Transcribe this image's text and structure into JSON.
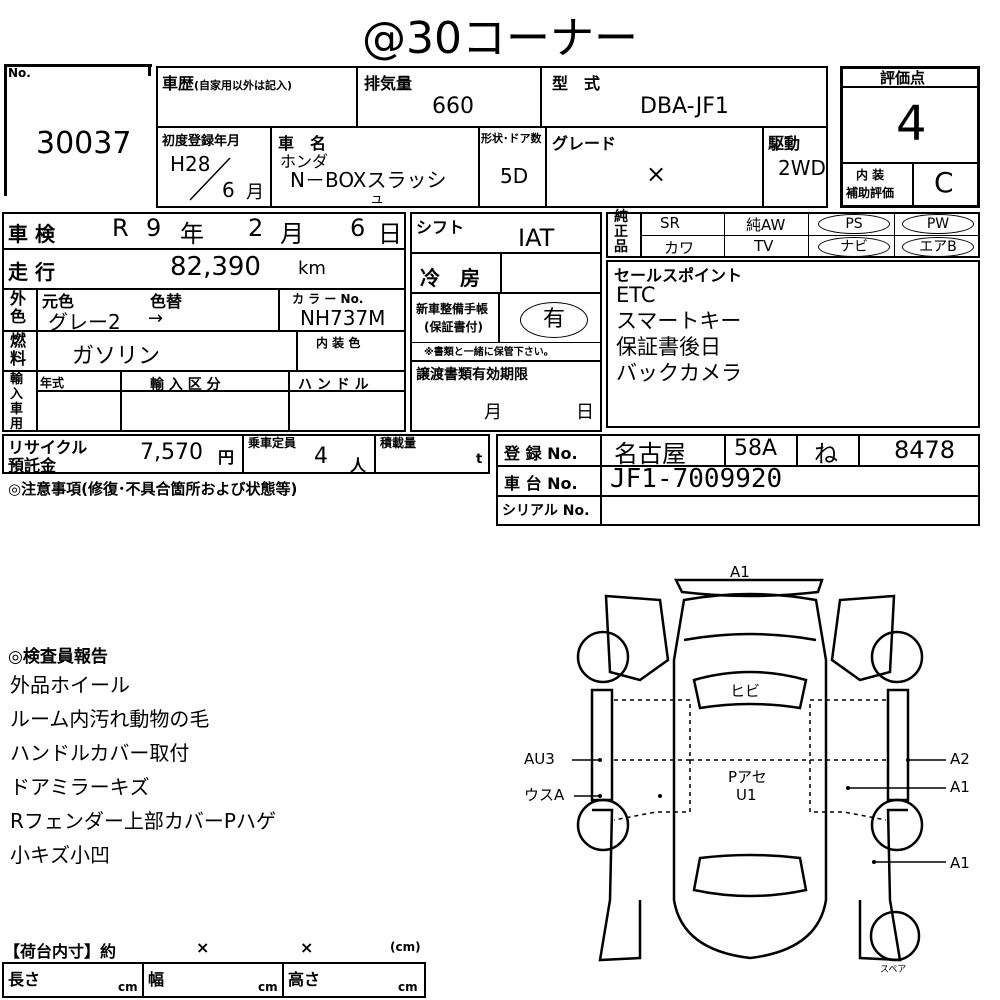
{
  "header": {
    "title": "@30コーナー"
  },
  "lot": {
    "no_label": "No.",
    "number": "30037"
  },
  "history": {
    "label": "車歴",
    "note": "(自家用以外は記入)"
  },
  "displacement": {
    "label": "排気量",
    "value": "660"
  },
  "model": {
    "label": "型　式",
    "value": "DBA-JF1"
  },
  "score": {
    "label": "評価点",
    "value": "4",
    "interior_label_1": "内 装",
    "interior_label_2": "補助評価",
    "interior_value": "C"
  },
  "first_reg": {
    "label": "初度登録年月",
    "year": "H28",
    "month": "6",
    "month_unit": "月"
  },
  "car_name": {
    "label": "車　名",
    "maker": "ホンダ",
    "name": "N－BOXスラッシ",
    "name_cont": "ュ"
  },
  "doors": {
    "label": "形状･ドア数",
    "value": "5D"
  },
  "grade": {
    "label": "グレード",
    "value": "×"
  },
  "drive": {
    "label": "駆動",
    "value": "2WD"
  },
  "inspection": {
    "label": "車 検",
    "era": "R",
    "year": "9",
    "year_unit": "年",
    "month": "2",
    "month_unit": "月",
    "day": "6",
    "day_unit": "日"
  },
  "shift": {
    "label": "シフト",
    "value": "IAT"
  },
  "mileage": {
    "label": "走 行",
    "value": "82,390",
    "unit": "km"
  },
  "aircon": {
    "label": "冷　房"
  },
  "exterior_color": {
    "side_label": "外色",
    "orig_label": "元色",
    "repaint_label": "色替",
    "orig_value": "グレー2",
    "arrow": "→"
  },
  "color_no": {
    "label": "カ ラ ー No.",
    "value": "NH737M"
  },
  "fuel": {
    "side_label": "燃料",
    "value": "ガソリン"
  },
  "interior_color": {
    "label": "内 装 色"
  },
  "import": {
    "side_label": "輸入車用",
    "year_label": "年式",
    "category_label": "輸 入 区 分",
    "handle_label": "ハ ン ド ル"
  },
  "maintenance": {
    "label_1": "新車整備手帳",
    "label_2": "(保証書付)",
    "value": "有",
    "note": "※書類と一緒に保管下さい。"
  },
  "transfer": {
    "label": "譲渡書類有効期限",
    "month_unit": "月",
    "day_unit": "日"
  },
  "equipment": {
    "side_label": "純正品",
    "items": [
      "SR",
      "純AW",
      "PS",
      "PW",
      "カワ",
      "TV",
      "ナビ",
      "エアB"
    ]
  },
  "sales_point": {
    "label": "セールスポイント",
    "items": [
      "ETC",
      "スマートキー",
      "保証書後日",
      "バックカメラ"
    ]
  },
  "recycle": {
    "label_1": "リサイクル",
    "label_2": "預託金",
    "value": "7,570",
    "unit": "円"
  },
  "capacity": {
    "label": "乗車定員",
    "value": "4",
    "unit": "人"
  },
  "load": {
    "label": "積載量",
    "unit": "t"
  },
  "registration": {
    "label": "登 録 No.",
    "area": "名古屋",
    "class": "58A",
    "kana": "ね",
    "number": "8478"
  },
  "chassis": {
    "label": "車 台 No.",
    "value": "JF1-7009920"
  },
  "serial": {
    "label": "シリアル No."
  },
  "notes": {
    "label": "◎注意事項(修復･不具合箇所および状態等)"
  },
  "inspector": {
    "label": "◎検査員報告",
    "items": [
      "外品ホイール",
      "ルーム内汚れ動物の毛",
      "ハンドルカバー取付",
      "ドアミラーキズ",
      "Rフェンダー上部カバーPハゲ",
      "小キズ小凹"
    ]
  },
  "cargo": {
    "label": "【荷台内寸】約",
    "x1": "×",
    "x2": "×",
    "unit": "(cm)",
    "length_label": "長さ",
    "width_label": "幅",
    "height_label": "高さ",
    "cm": "cm"
  },
  "diagram": {
    "top": "A1",
    "windshield": "ヒビ",
    "roof_1": "Pアセ",
    "roof_2": "U1",
    "left_1": "AU3",
    "left_2": "ウスA",
    "right_1": "A2",
    "right_2": "A1",
    "right_3": "A1",
    "spare": "スペア"
  }
}
